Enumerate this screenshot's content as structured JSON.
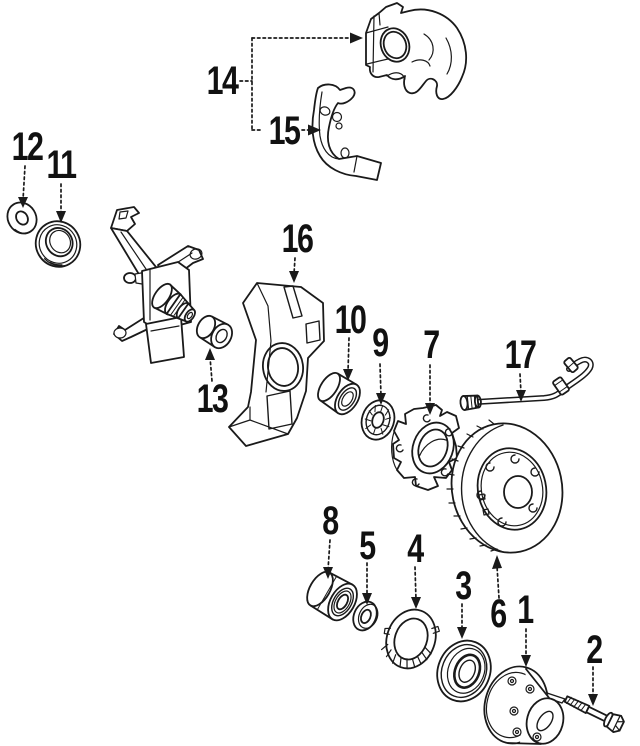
{
  "diagram": {
    "type": "exploded-parts-diagram",
    "subject": "front-brake-and-wheel-hub-assembly",
    "colors": {
      "background": "#ffffff",
      "line": "#1a1a1a"
    }
  },
  "callouts": {
    "c1": {
      "number": "1",
      "part": "hub-cap"
    },
    "c2": {
      "number": "2",
      "part": "hub-bolt"
    },
    "c3": {
      "number": "3",
      "part": "grease-seal"
    },
    "c4": {
      "number": "4",
      "part": "inner-wheel-bearing"
    },
    "c5": {
      "number": "5",
      "part": "washer"
    },
    "c6": {
      "number": "6",
      "part": "brake-rotor"
    },
    "c7": {
      "number": "7",
      "part": "wheel-hub"
    },
    "c8": {
      "number": "8",
      "part": "outer-wheel-bearing"
    },
    "c9": {
      "number": "9",
      "part": "bearing"
    },
    "c10": {
      "number": "10",
      "part": "bearing-cup"
    },
    "c11": {
      "number": "11",
      "part": "oil-seal"
    },
    "c12": {
      "number": "12",
      "part": "seal-washer"
    },
    "c13": {
      "number": "13",
      "part": "bushing"
    },
    "c14": {
      "number": "14",
      "part": "brake-caliper"
    },
    "c15": {
      "number": "15",
      "part": "caliper-mount-bracket"
    },
    "c16": {
      "number": "16",
      "part": "splash-shield"
    },
    "c17": {
      "number": "17",
      "part": "brake-hose"
    }
  }
}
